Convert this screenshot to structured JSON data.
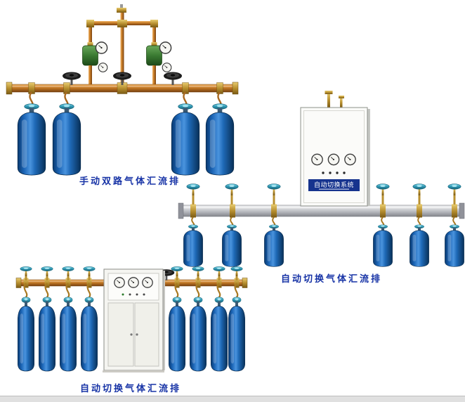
{
  "page": {
    "background_color": "#ffffff",
    "bottom_strip_color": "#e0e0e0"
  },
  "colors": {
    "copper_pipe": "#c47a26",
    "brass_fitting": "#b89030",
    "cylinder_blue": "#1a63b4",
    "valve_teal": "#2e96b2",
    "silver_bar": "#c6c8cc",
    "cabinet_white": "#f6f6f2",
    "cabinet_strip_blue": "#16338e",
    "caption_text": "#1733a6"
  },
  "products": [
    {
      "id": "manual-dual-manifold",
      "caption": "手动双路气体汇流排"
    },
    {
      "id": "auto-switch-manifold-wall",
      "caption": "自动切换气体汇流排",
      "cabinet_label": "自动切换系统"
    },
    {
      "id": "auto-switch-manifold-floor",
      "caption": "自动切换气体汇流排"
    }
  ]
}
